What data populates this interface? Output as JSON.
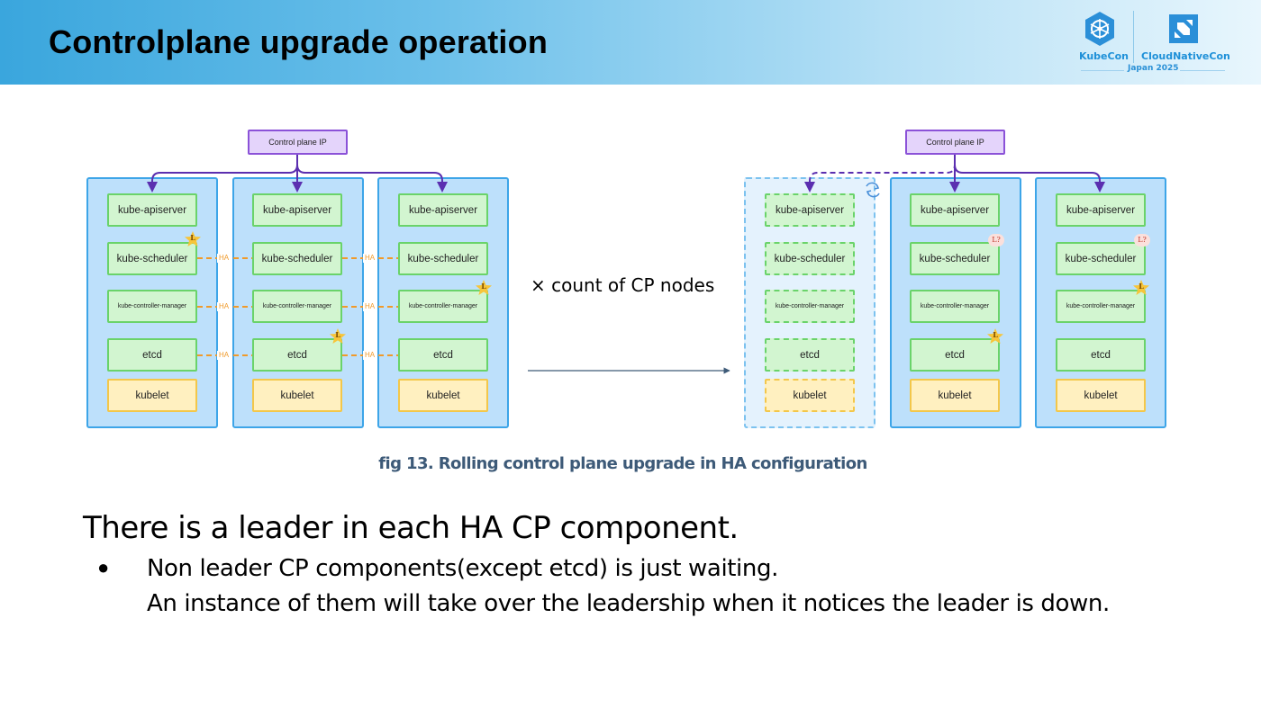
{
  "slide": {
    "title": "Controlplane upgrade operation",
    "caption": "fig 13. Rolling control plane upgrade in HA configuration",
    "main_point": "There is a leader in each HA CP component.",
    "bullet_symbol": "●",
    "sub_line1": "Non leader CP components(except etcd) is just waiting.",
    "sub_line2": "An instance of them will take over the leadership when it notices the leader is down."
  },
  "logo": {
    "left_name": "KubeCon",
    "right_name": "CloudNativeCon",
    "event": "Japan 2025",
    "colors": {
      "blue": "#1e90d8"
    }
  },
  "diagram": {
    "cp_ip_label": "Control plane IP",
    "count_label": "× count of CP nodes",
    "ha_label": "HA",
    "leader_marker": "L",
    "candidate_marker": "L?",
    "components": {
      "apiserver": "kube-apiserver",
      "scheduler": "kube-scheduler",
      "controller_manager": "kube-controller-manager",
      "etcd": "etcd",
      "kubelet": "kubelet"
    },
    "colors": {
      "node_fill": "#bde0fb",
      "node_border": "#3da5e8",
      "component_fill": "#d2f5d0",
      "component_border": "#6ad36a",
      "kubelet_fill": "#fff0c0",
      "kubelet_border": "#f3c74a",
      "cp_ip_fill": "#e4d4fb",
      "arrow": "#5b2fb0",
      "ha_line": "#f09a2a",
      "leader_star": "#f7c53a"
    }
  }
}
